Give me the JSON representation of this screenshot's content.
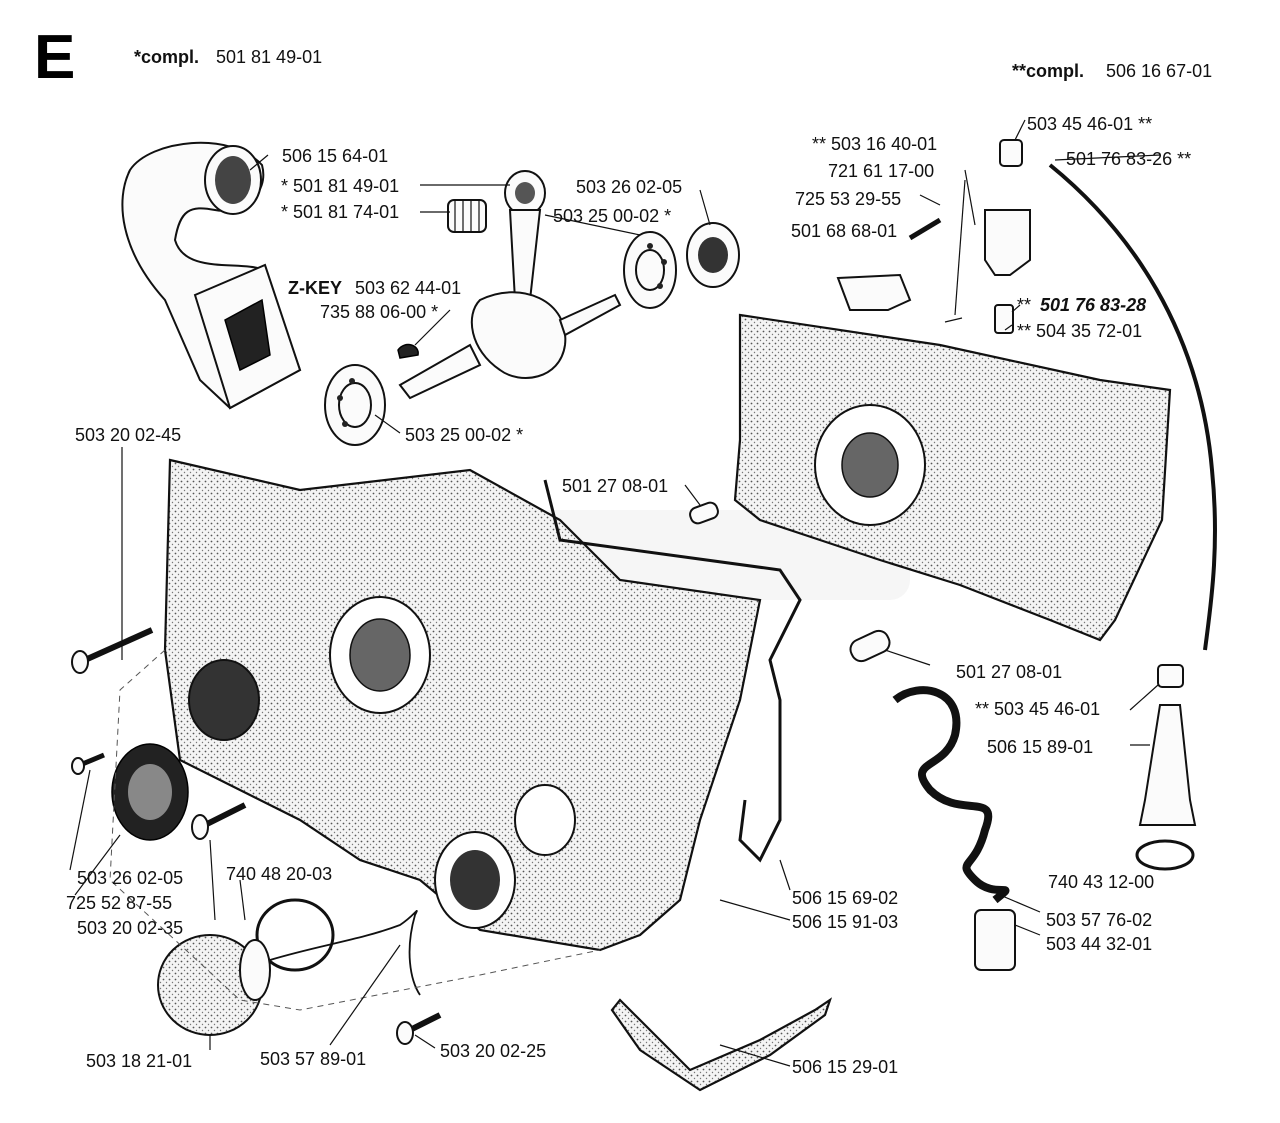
{
  "section_letter": "E",
  "compl_left": {
    "prefix": "*compl.",
    "part": "501 81 49-01"
  },
  "compl_right": {
    "prefix": "**compl.",
    "part": "506 16 67-01"
  },
  "z_key": {
    "prefix": "Z-KEY",
    "part": "503 62 44-01"
  },
  "labels": {
    "p506_15_64": "506 15 64-01",
    "p501_81_49": "* 501 81 49-01",
    "p501_81_74": "* 501 81 74-01",
    "p735_88_06": "735 88 06-00 *",
    "p503_26_02_top": "503 26 02-05",
    "p503_25_00_top": "503 25 00-02 *",
    "p503_25_00_bot": "503 25 00-02 *",
    "p503_16_40": "** 503 16 40-01",
    "p721_61_17": "721 61 17-00",
    "p725_53_29": "725 53 29-55",
    "p501_68_68": "501 68 68-01",
    "p503_45_46_top": "503 45 46-01 **",
    "p501_76_83_26": "501 76 83-26 **",
    "p501_76_83_28_pre": "**",
    "p501_76_83_28": "501 76 83-28",
    "p504_35_72": "** 504 35 72-01",
    "p503_20_02_45": "503 20 02-45",
    "p501_27_08_top": "501 27 08-01",
    "p501_27_08_bot": "501 27 08-01",
    "p503_45_46_bot": "** 503 45 46-01",
    "p506_15_89": "506 15 89-01",
    "p740_43_12": "740 43 12-00",
    "p503_57_76": "503 57 76-02",
    "p503_44_32": "503 44 32-01",
    "p506_15_69": "506 15 69-02",
    "p506_15_91": "506 15 91-03",
    "p503_26_02_bot": "503 26 02-05",
    "p725_52_87": "725 52 87-55",
    "p503_20_02_35": "503 20 02-35",
    "p740_48_20": "740 48 20-03",
    "p503_18_21": "503 18 21-01",
    "p503_57_89": "503 57 89-01",
    "p503_20_02_25": "503 20 02-25",
    "p506_15_29": "506 15 29-01"
  }
}
